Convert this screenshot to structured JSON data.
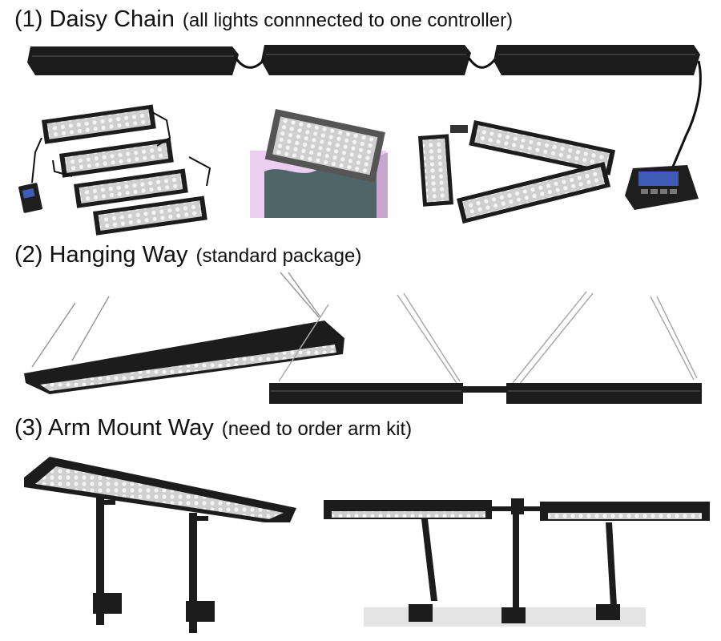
{
  "sections": [
    {
      "label": "(1) Daisy Chain",
      "note": "(all lights connnected to one controller)"
    },
    {
      "label": "(2) Hanging Way",
      "note": "(standard package)"
    },
    {
      "label": "(3) Arm Mount Way",
      "note": "(need to order arm kit)"
    }
  ],
  "colors": {
    "fixture_body": "#1c1c1c",
    "led_panel": "#d9d9d9",
    "controller_screen": "#4a5fb0",
    "tank_glass": "#e9c6ef",
    "tank_water": "#4e6667"
  },
  "icons": {
    "controller": "controller-icon",
    "aquarium": "aquarium-tank-icon"
  }
}
